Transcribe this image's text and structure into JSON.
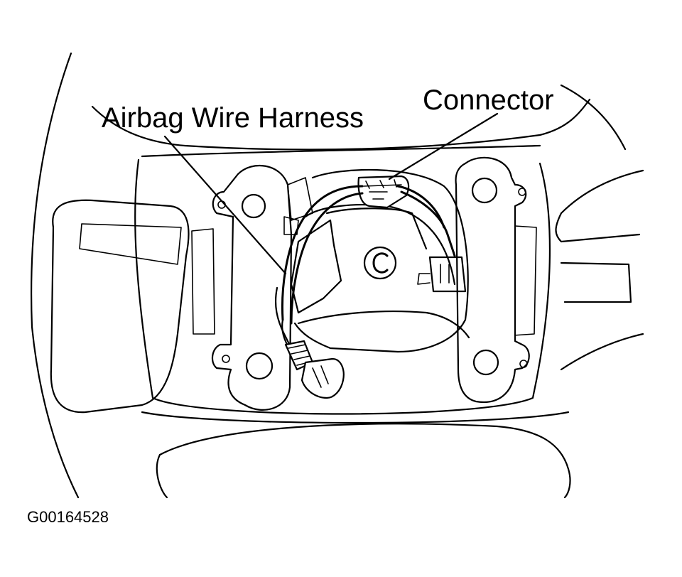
{
  "labels": {
    "wire_harness": "Airbag Wire Harness",
    "connector": "Connector"
  },
  "figure_id": "G00164528",
  "colors": {
    "ink": "#000000",
    "paper": "#ffffff"
  }
}
